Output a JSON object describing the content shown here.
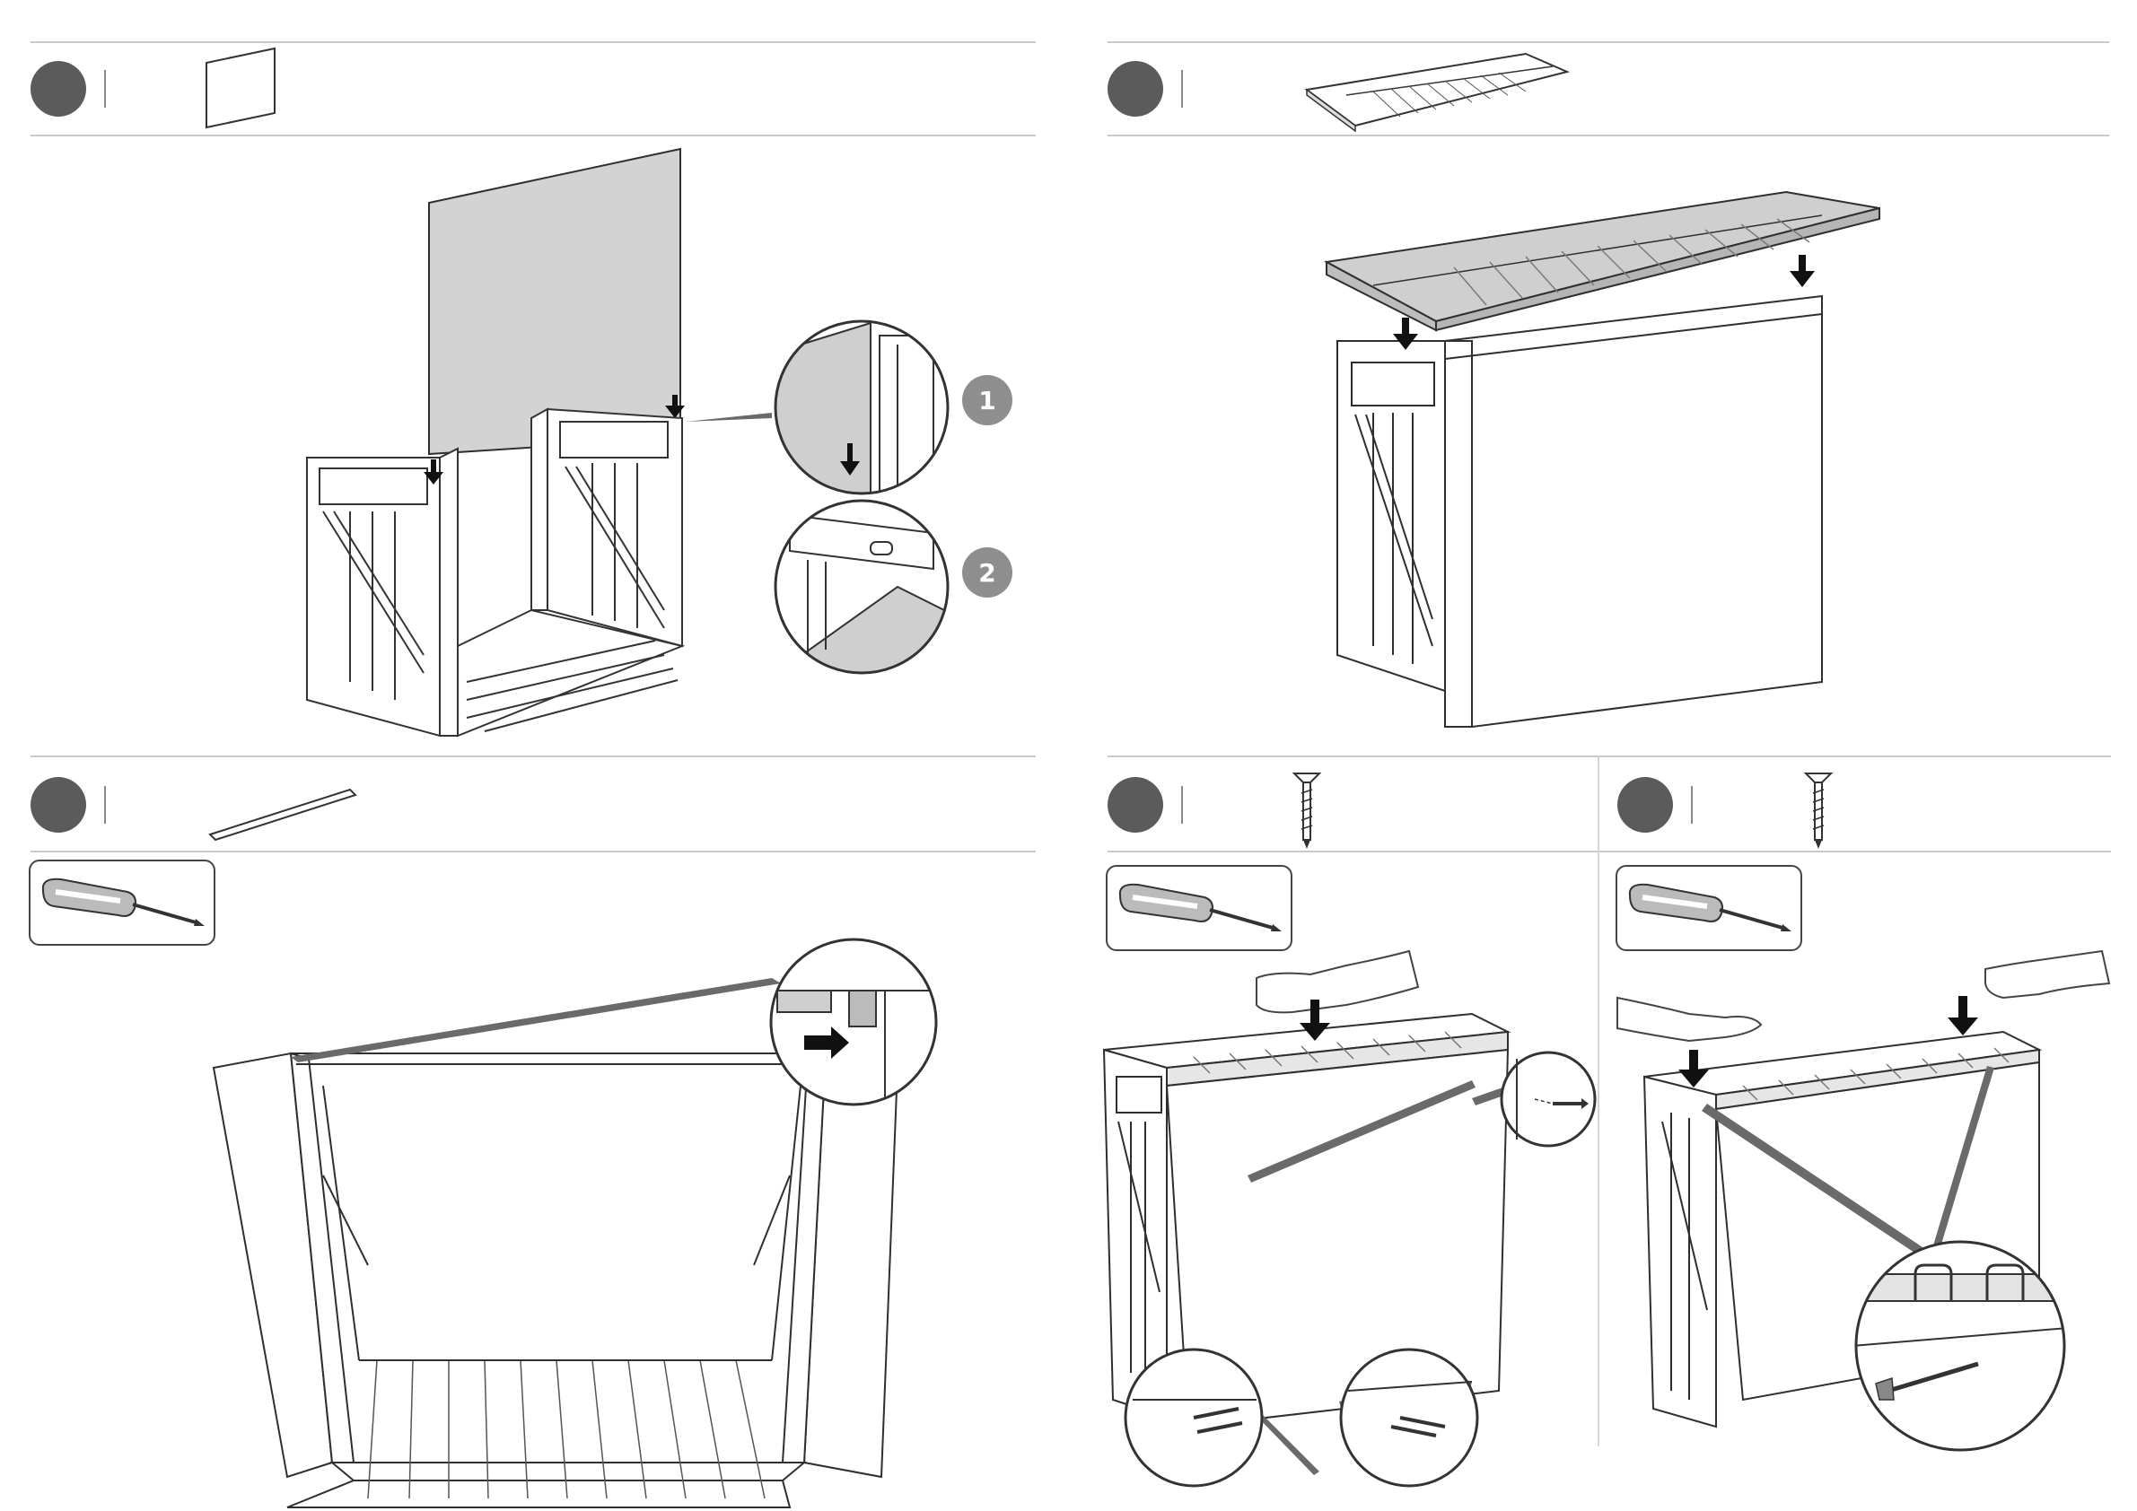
{
  "callouts": {
    "one": "1",
    "two": "2"
  },
  "steps": [
    {
      "panel": "top-left",
      "part_icon": "side-panel-sheet-icon"
    },
    {
      "panel": "top-right",
      "part_icon": "lid-icon"
    },
    {
      "panel": "bottom-left",
      "part_icon": "rod-icon",
      "tool_icon": "screwdriver-icon"
    },
    {
      "panel": "bottom-middle",
      "part_icon": "screw-icon",
      "tool_icon": "screwdriver-icon"
    },
    {
      "panel": "bottom-right",
      "part_icon": "screw-icon",
      "tool_icon": "screwdriver-icon"
    }
  ],
  "colors": {
    "step_circle": "#5b5b5b",
    "callout_badge": "#8e8e8e",
    "panel_fill": "#d2d2d2",
    "line": "#3a3a3a",
    "divider": "#c9c9c9"
  }
}
